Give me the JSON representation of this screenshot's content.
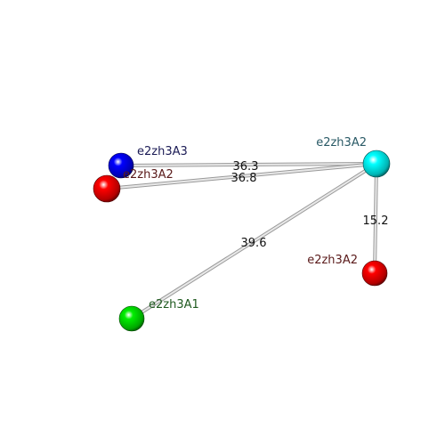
{
  "nodes": [
    {
      "id": "a3",
      "label": "e2zh3A3",
      "color": "#0000ff",
      "label_color": "#1b1b55"
    },
    {
      "id": "a2_red",
      "label": "e2zh3A2",
      "color": "#ff0000",
      "label_color": "#5a1a1a"
    },
    {
      "id": "a2_cyan",
      "label": "e2zh3A2",
      "color": "#00ffff",
      "label_color": "#2a5a66"
    },
    {
      "id": "a2_red2",
      "label": "e2zh3A2",
      "color": "#ff0000",
      "label_color": "#5a1a1a"
    },
    {
      "id": "a1",
      "label": "e2zh3A1",
      "color": "#00ee00",
      "label_color": "#1f5a1f"
    }
  ],
  "edges": [
    {
      "from": "a3",
      "to": "a2_cyan",
      "distance": "36.3"
    },
    {
      "from": "a2_red",
      "to": "a2_cyan",
      "distance": "36.8"
    },
    {
      "from": "a1",
      "to": "a2_cyan",
      "distance": "39.6"
    },
    {
      "from": "a2_cyan",
      "to": "a2_red2",
      "distance": "15.2"
    }
  ]
}
